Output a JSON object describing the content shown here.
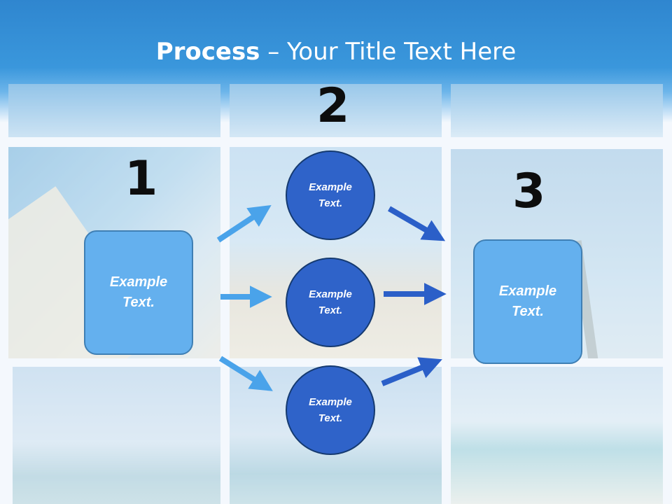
{
  "slide": {
    "title_bold": "Process",
    "title_rest": " – Your Title Text Here"
  },
  "steps": {
    "one": "1",
    "two": "2",
    "three": "3"
  },
  "boxes": {
    "left": "Example\nText.",
    "right": "Example\nText."
  },
  "circles": {
    "top": "Example\nText.",
    "middle": "Example\nText.",
    "bottom": "Example\nText."
  },
  "colors": {
    "header_blue": "#2f86cf",
    "box_fill": "#64b0ee",
    "circle_fill": "#2f63c9",
    "arrow_light": "#4aa3ea",
    "arrow_dark": "#2b5fc8"
  }
}
